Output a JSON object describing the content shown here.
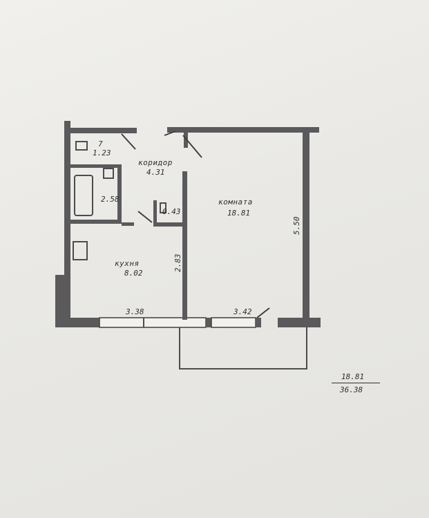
{
  "rooms": {
    "wc": {
      "number": "7",
      "area": "1.23"
    },
    "corridor": {
      "name": "коридор",
      "area": "4.31"
    },
    "bath": {
      "area": "2.58"
    },
    "closet": {
      "area": "0.43"
    },
    "living": {
      "name": "комната",
      "area": "18.81"
    },
    "kitchen": {
      "name": "кухня",
      "area": "8.02"
    }
  },
  "dimensions": {
    "living_depth": "5.50",
    "kitchen_depth": "2.83",
    "kitchen_width": "3.38",
    "living_width": "3.42"
  },
  "summary": {
    "living_area": "18.81",
    "total_area": "36.38"
  },
  "colors": {
    "wall": "#5a5a5c",
    "ink": "#2f2f33",
    "paper": "#ecebe8"
  }
}
